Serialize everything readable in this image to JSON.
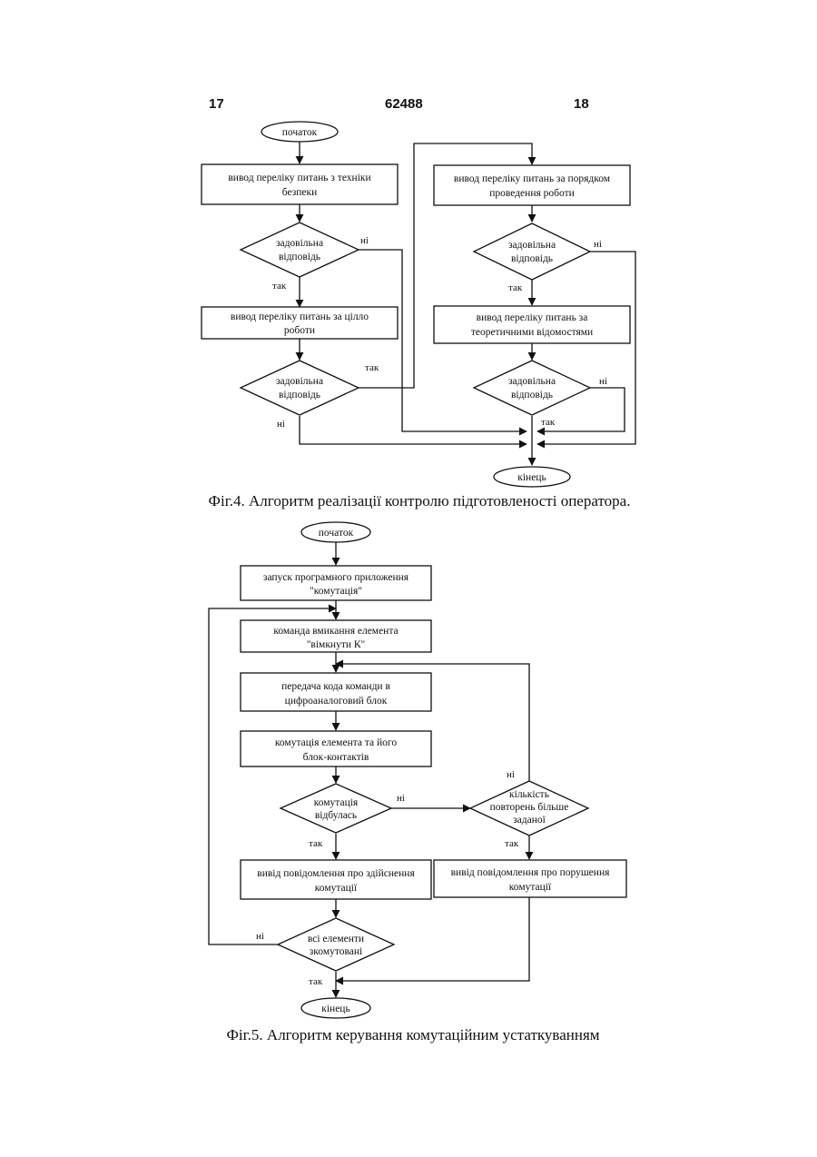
{
  "header": {
    "left": "17",
    "center": "62488",
    "right": "18"
  },
  "fig4": {
    "caption": "Фіг.4. Алгоритм реалізації контролю підготовленості оператора.",
    "start": "початок",
    "box1": [
      "вивод переліку питань з техніки",
      "безпеки"
    ],
    "dec1": [
      "задовільна",
      "відповідь"
    ],
    "box2": [
      "вивод переліку питань за цілло",
      "роботи"
    ],
    "dec2": [
      "задовільна",
      "відповідь"
    ],
    "box3": [
      "вивод переліку питань за порядком",
      "проведення роботи"
    ],
    "dec3": [
      "задовільна",
      "відповідь"
    ],
    "box4": [
      "вивод переліку питань за",
      "теоретичними відомостями"
    ],
    "dec4": [
      "задовільна",
      "відповідь"
    ],
    "end": "кінець",
    "lbl_yes": "так",
    "lbl_no": "ні"
  },
  "fig5": {
    "caption": "Фіг.5. Алгоритм керування комутаційним устаткуванням",
    "start": "початок",
    "box1": [
      "запуск програмного приложення",
      "\"комутація\""
    ],
    "box2": [
      "команда вмикання елемента",
      "\"вімкнути К\""
    ],
    "box3": [
      "передача кода команди в",
      "цифроаналоговий блок"
    ],
    "box4": [
      "комутація елемента та його",
      "блок-контактів"
    ],
    "dec1": [
      "комутація",
      "відбулась"
    ],
    "dec2": [
      "кількість",
      "повторень більше",
      "заданої"
    ],
    "box5": [
      "вивід повідомлення про здійснення",
      "комутації"
    ],
    "box6": [
      "вивід повідомлення про порушення",
      "комутації"
    ],
    "dec3": [
      "всі елементи",
      "зкомутовані"
    ],
    "end": "кінець",
    "lbl_yes": "так",
    "lbl_no": "ні"
  }
}
